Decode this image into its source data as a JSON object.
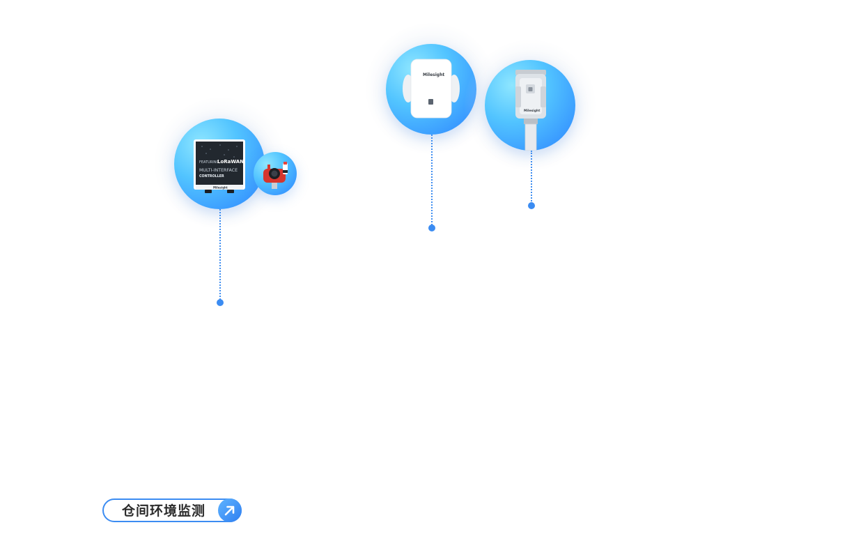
{
  "devices": [
    {
      "id": "controller",
      "name": "controller",
      "panel_text": {
        "featuring": "FEATURING",
        "brand": "LoRaWAN",
        "line1": "MULTI-INTERFACE",
        "line2": "CONTROLLER",
        "maker": "Milesight"
      }
    },
    {
      "id": "gas-detector",
      "name": "gas-detector"
    },
    {
      "id": "ambience-sensor",
      "name": "ambience-sensor",
      "logo": "Milesight"
    },
    {
      "id": "soil-sensor",
      "name": "soil-sensor",
      "logo": "Milesight"
    }
  ],
  "category_button": {
    "label": "仓间环境监测",
    "icon": "arrow-up-right-icon"
  },
  "colors": {
    "accent": "#3b8cf2",
    "bubble_light": "#8ee6ff",
    "bubble_dark": "#3a9bff",
    "text": "#2b2b2b"
  }
}
